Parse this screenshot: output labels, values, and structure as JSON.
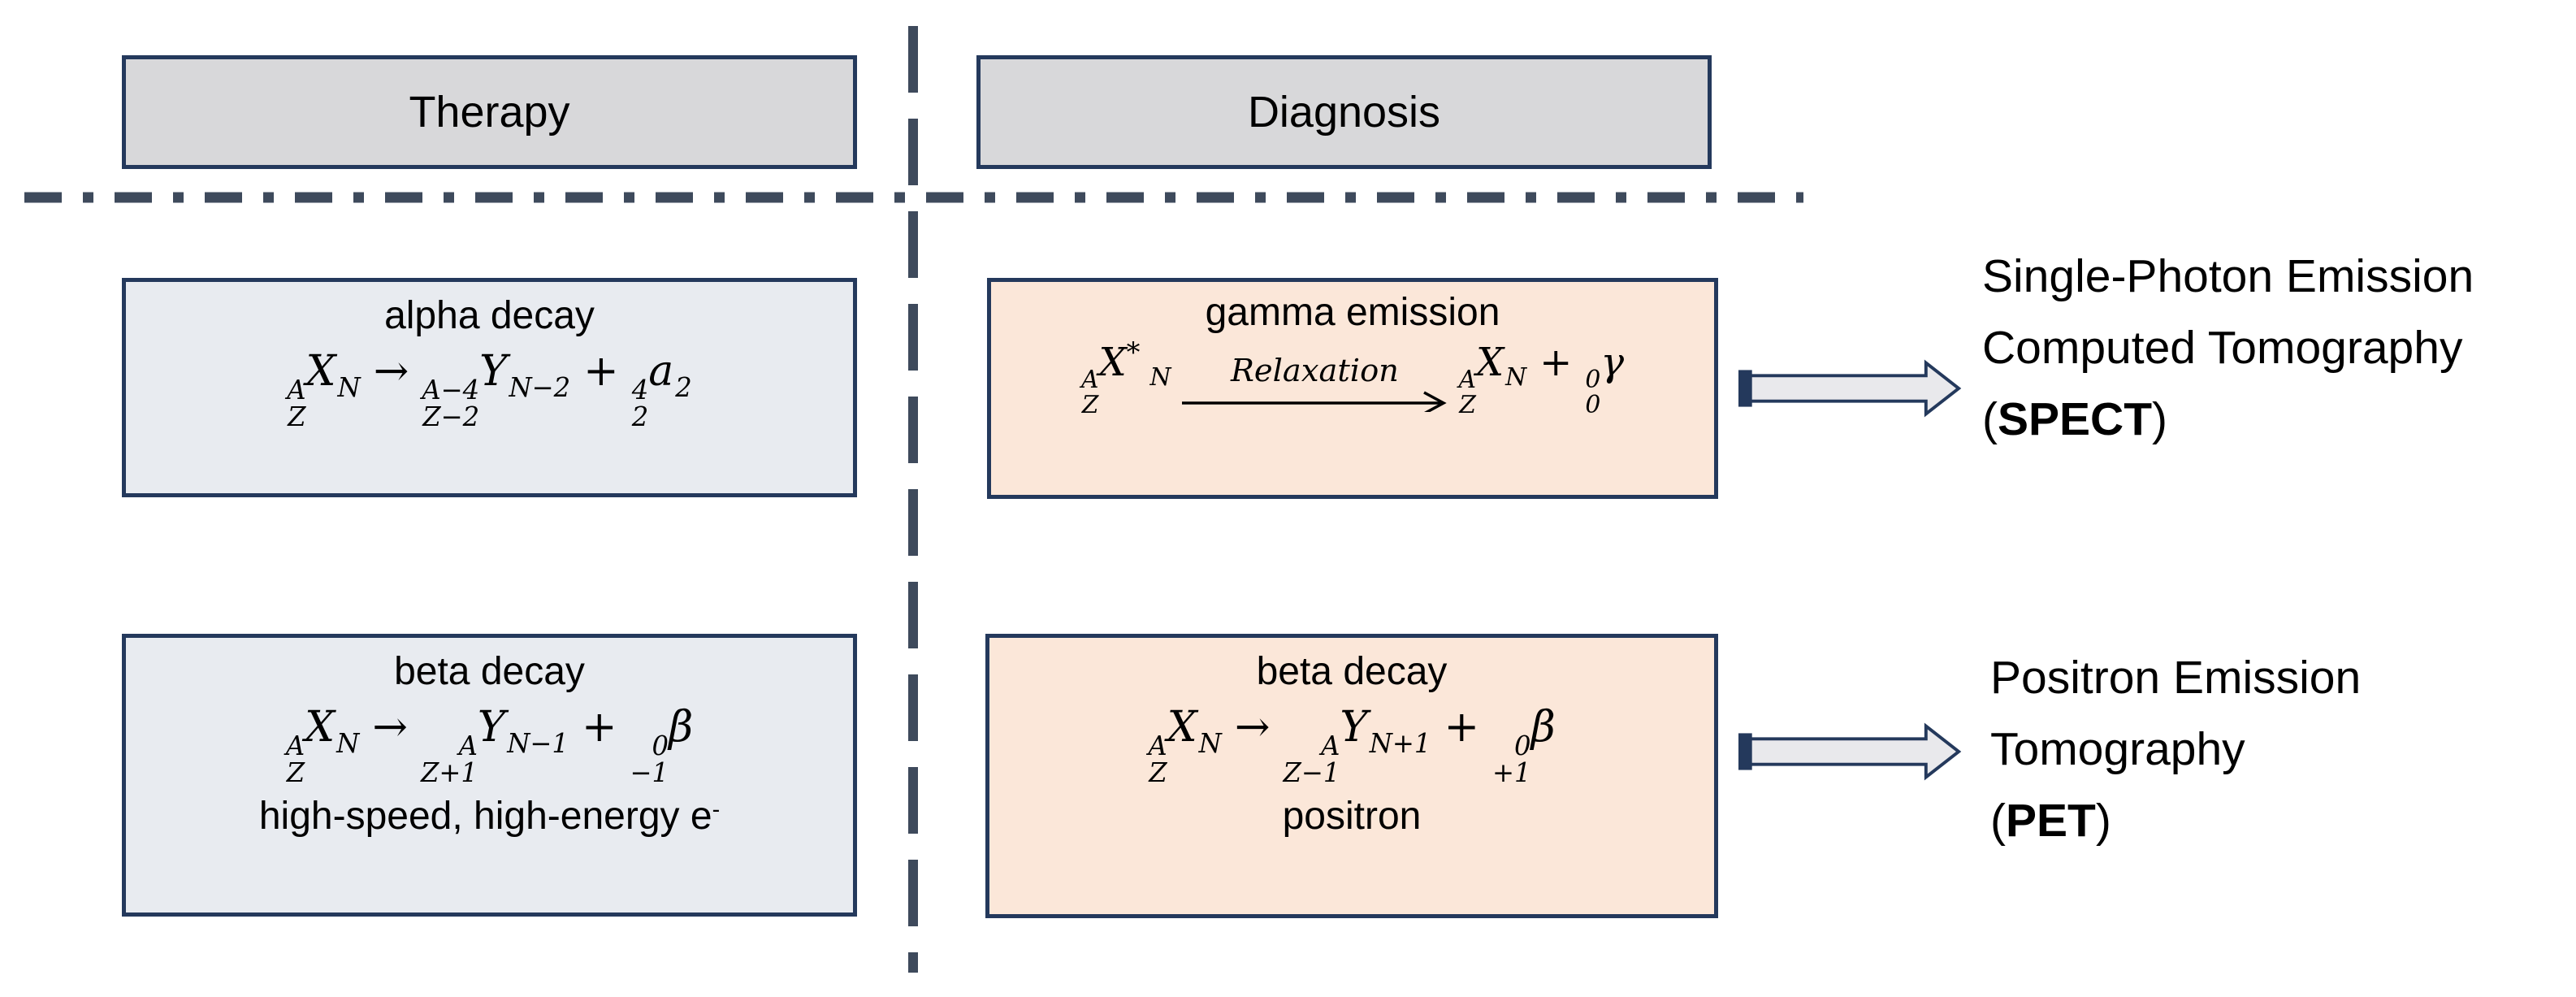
{
  "headers": {
    "therapy": "Therapy",
    "diagnosis": "Diagnosis"
  },
  "boxes": {
    "alpha": {
      "title": "alpha decay",
      "eq": {
        "p1t": "A",
        "p1b": "Z",
        "s1": "X",
        "sub1": "N",
        "arrow": "→",
        "p2t": "A−4",
        "p2b": "Z−2",
        "s2": "Y",
        "sub2": "N−2",
        "plus": "+",
        "p3t": "4",
        "p3b": "2",
        "s3": "a",
        "sub3": "2"
      }
    },
    "gamma": {
      "title": "gamma emission",
      "eq": {
        "p1t": "A",
        "p1b": "Z",
        "s1": "X",
        "star": "*",
        "sub1": "N",
        "arrow_label": "Relaxation",
        "p2t": "A",
        "p2b": "Z",
        "s2": "X",
        "sub2": "N",
        "plus": "+",
        "p3t": "0",
        "p3b": "0",
        "s3": "γ"
      }
    },
    "beta_therapy": {
      "title": "beta decay",
      "eq": {
        "p1t": "A",
        "p1b": "Z",
        "s1": "X",
        "sub1": "N",
        "arrow": "→",
        "p2t": "A",
        "p2b": "Z+1",
        "s2": "Y",
        "sub2": "N−1",
        "plus": "+",
        "p3t": "0",
        "p3b": "−1",
        "s3": "β"
      },
      "note": "high-speed, high-energy e",
      "note_sup": "-"
    },
    "beta_diagnosis": {
      "title": "beta decay",
      "eq": {
        "p1t": "A",
        "p1b": "Z",
        "s1": "X",
        "sub1": "N",
        "arrow": "→",
        "p2t": "A",
        "p2b": "Z−1",
        "s2": "Y",
        "sub2": "N+1",
        "plus": "+",
        "p3t": "0",
        "p3b": "+1",
        "s3": "β"
      },
      "note": "positron"
    }
  },
  "outputs": {
    "spect": {
      "line1": "Single-Photon Emission",
      "line2": "Computed Tomography",
      "abbr_open": "(",
      "abbr": "SPECT",
      "abbr_close": ")"
    },
    "pet": {
      "line1": "Positron Emission",
      "line2": "Tomography",
      "abbr_open": "(",
      "abbr": "PET",
      "abbr_close": ")"
    }
  },
  "colors": {
    "box_border": "#24395c",
    "divider_dash": "#3e4a5c",
    "header_fill": "#d8d8da",
    "therapy_fill": "#e8ebf0",
    "diagnosis_fill": "#fbe7d9",
    "arrow_fill": "#e9e9ec",
    "arrow_outline": "#24395c",
    "background": "#ffffff"
  }
}
